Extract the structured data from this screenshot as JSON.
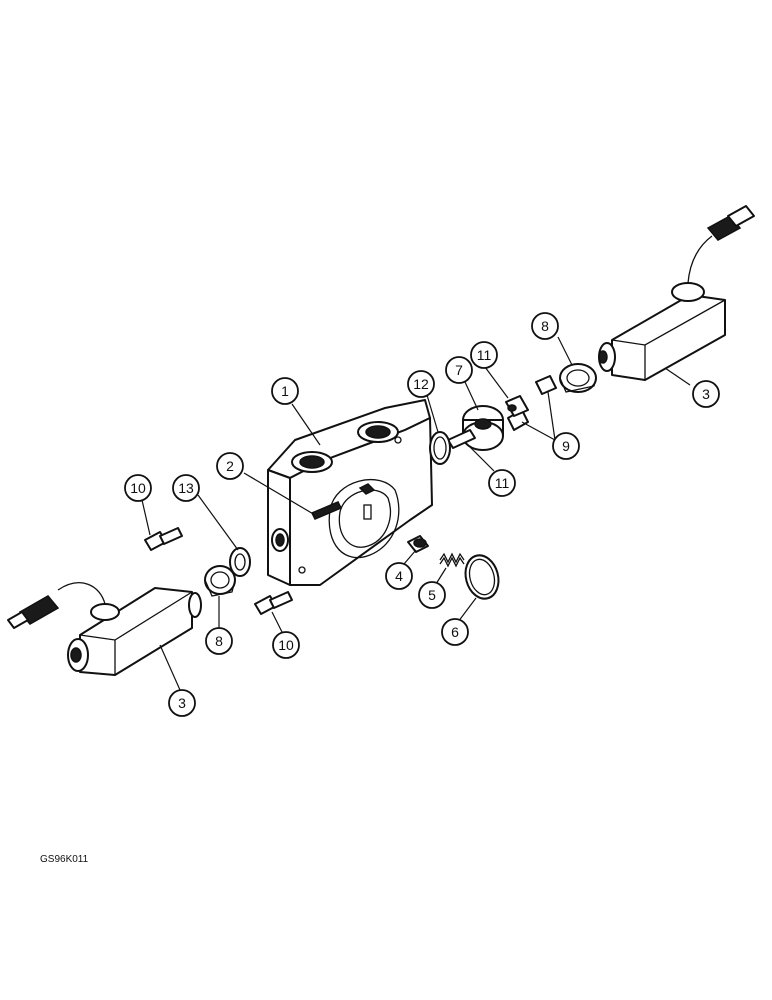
{
  "callouts": {
    "c1": "1",
    "c2": "2",
    "c3_right": "3",
    "c3_left": "3",
    "c4": "4",
    "c5": "5",
    "c6": "6",
    "c7": "7",
    "c8_right": "8",
    "c8_left": "8",
    "c9": "9",
    "c10_top": "10",
    "c10_bottom": "10",
    "c11_top": "11",
    "c11_bottom": "11",
    "c12": "12",
    "c13": "13"
  },
  "figure_code": "GS96K011"
}
